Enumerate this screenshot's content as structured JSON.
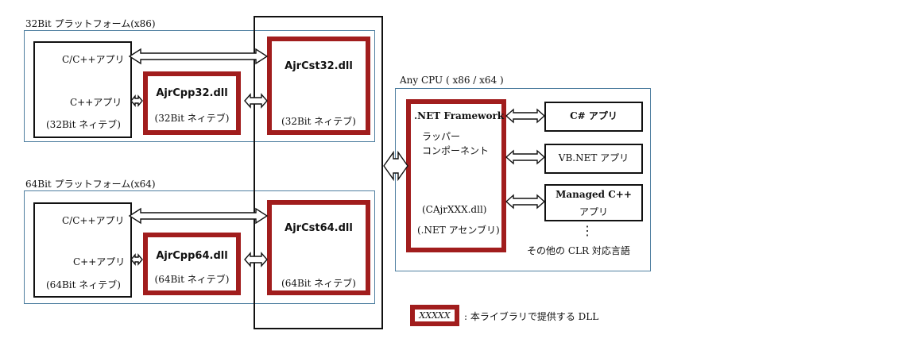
{
  "platform32": {
    "title": "32Bit プラットフォーム(x86)",
    "cpp_app_box": {
      "c_app": "C/C++アプリ",
      "cpp_app": "C++アプリ",
      "native": "(32Bit ネィテブ)"
    },
    "ajrcpp": {
      "name": "AjrCpp32.dll",
      "native": "(32Bit ネィテブ)"
    },
    "ajrcst": {
      "name": "AjrCst32.dll",
      "native": "(32Bit ネィテブ)"
    }
  },
  "platform64": {
    "title": "64Bit プラットフォーム(x64)",
    "cpp_app_box": {
      "c_app": "C/C++アプリ",
      "cpp_app": "C++アプリ",
      "native": "(64Bit ネィテブ)"
    },
    "ajrcpp": {
      "name": "AjrCpp64.dll",
      "native": "(64Bit ネィテブ)"
    },
    "ajrcst": {
      "name": "AjrCst64.dll",
      "native": "(64Bit ネィテブ)"
    }
  },
  "anycpu": {
    "title": "Any CPU ( x86 / x64 )",
    "framework": {
      "title": ".NET Framework",
      "wrapper_line1": "ラッパー",
      "wrapper_line2": "コンポーネント",
      "assembly_name": "(CAjrXXX.dll)",
      "assembly_label": "(.NET アセンブリ)"
    },
    "apps": {
      "csharp": "C# アプリ",
      "vbnet": "VB.NET アプリ",
      "managed_cpp_line1": "Managed C++",
      "managed_cpp_line2": "アプリ",
      "ellipsis": "⋮",
      "others": "その他の CLR 対応言語"
    }
  },
  "legend": {
    "sample": "XXXXX",
    "description": ": 本ライブラリで提供する DLL"
  },
  "colors": {
    "dll_border": "#a11d1d",
    "panel_border": "#4f7fa0"
  }
}
